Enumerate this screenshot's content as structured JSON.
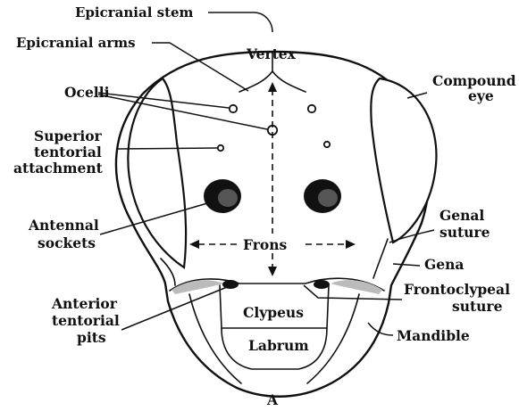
{
  "figure_letter": "A",
  "labels": {
    "epicranial_stem": "Epicranial stem",
    "epicranial_arms": "Epicranial arms",
    "vertex": "Vertex",
    "ocelli": "Ocelli",
    "compound_eye_line1": "Compound",
    "compound_eye_line2": "eye",
    "superior_line1": "Superior",
    "superior_line2": "tentorial",
    "superior_line3": "attachment",
    "antennal_line1": "Antennal",
    "antennal_line2": "sockets",
    "genal_line1": "Genal",
    "genal_line2": "suture",
    "frons": "Frons",
    "gena": "Gena",
    "anterior_line1": "Anterior",
    "anterior_line2": "tentorial",
    "anterior_line3": "pits",
    "frontoclypeal_line1": "Frontoclypeal",
    "frontoclypeal_line2": "suture",
    "clypeus": "Clypeus",
    "labrum": "Labrum",
    "mandible": "Mandible"
  },
  "colors": {
    "ink": "#111111",
    "background": "#ffffff"
  }
}
